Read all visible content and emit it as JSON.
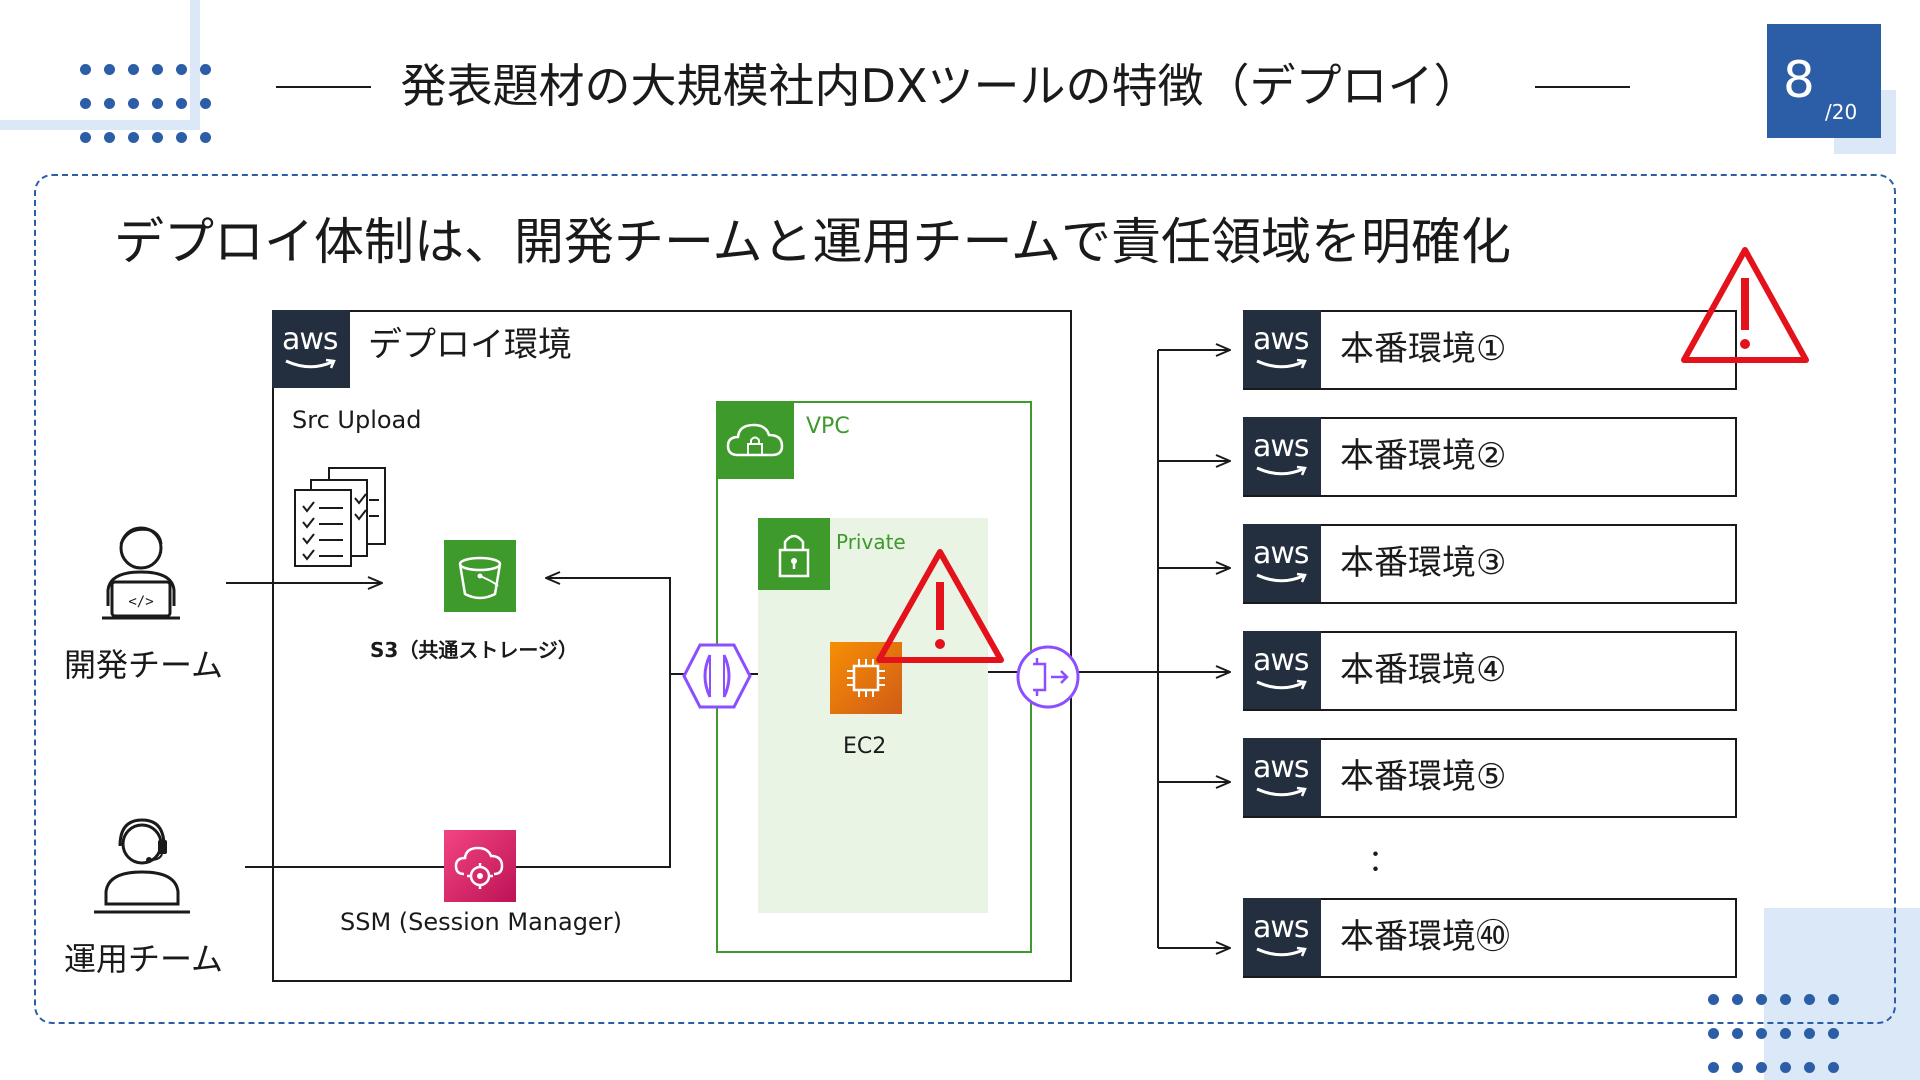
{
  "slide": {
    "title": "発表題材の大規模社内DXツールの特徴（デプロイ）",
    "page_number": "8",
    "page_total": "/20",
    "subtitle": "デプロイ体制は、開発チームと運用チームで責任領域を明確化"
  },
  "actors": {
    "dev_team": "開発チーム",
    "ops_team": "運用チーム"
  },
  "deploy_env": {
    "title": "デプロイ環境",
    "src_upload": "Src Upload",
    "s3_label": "S3（共通ストレージ）",
    "ssm_label": "SSM (Session Manager)",
    "vpc_label": "VPC",
    "private_label": "Private",
    "ec2_label": "EC2"
  },
  "aws_logo_text": "aws",
  "production_envs": [
    "本番環境①",
    "本番環境②",
    "本番環境③",
    "本番環境④",
    "本番環境⑤",
    "本番環境㊵"
  ],
  "ellipsis": "：",
  "colors": {
    "accent_blue": "#2c5ea8",
    "aws_dark": "#232f3e",
    "s3_green": "#3d9a2b",
    "ec2_orange": "#ed7100",
    "ssm_pink": "#e7157b",
    "vpc_green": "#3d9a2b",
    "endpoint_purple": "#8c4fff",
    "warning_red": "#e3121b"
  },
  "icons": [
    "developer-icon",
    "operator-icon",
    "checklist-icon",
    "s3-bucket-icon",
    "ssm-icon",
    "vpc-cloud-lock-icon",
    "private-subnet-lock-icon",
    "ec2-chip-icon",
    "vpc-endpoint-icon",
    "nat-gateway-icon",
    "warning-icon"
  ]
}
